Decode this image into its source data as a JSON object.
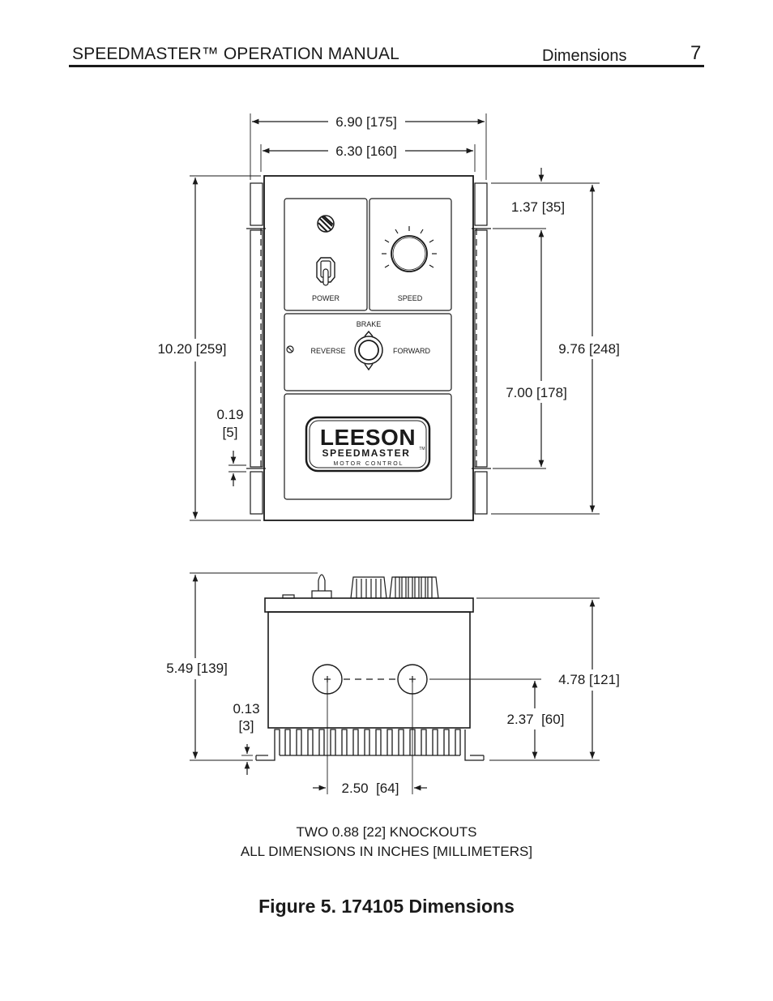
{
  "header": {
    "manual_title": "SPEEDMASTER™ OPERATION MANUAL",
    "section": "Dimensions",
    "page_number": "7"
  },
  "front_view": {
    "dim_overall_width": "6.90 [175]",
    "dim_body_width": "6.30 [160]",
    "dim_overall_height": "10.20 [259]",
    "dim_mount_height": "9.76 [248]",
    "dim_top_offset": "1.37 [35]",
    "dim_slot_spacing": "7.00 [178]",
    "dim_slot_width_value": "0.19",
    "dim_slot_width_mm": "[5]",
    "label_power": "POWER",
    "label_speed": "SPEED",
    "label_brake": "BRAKE",
    "label_reverse": "REVERSE",
    "label_forward": "FORWARD",
    "logo_brand": "LEESON",
    "logo_product": "SPEEDMASTER",
    "logo_tm": "TM",
    "logo_tagline": "M O T O R   C O N T R O L"
  },
  "side_view": {
    "dim_overall_height": "5.49 [139]",
    "dim_body_height": "4.78 [121]",
    "dim_knockout_height": "2.37  [60]",
    "dim_base_thickness_value": "0.13",
    "dim_base_thickness_mm": "[3]",
    "dim_knockout_spacing": "2.50  [64]"
  },
  "notes": {
    "line1": "TWO 0.88 [22] KNOCKOUTS",
    "line2": "ALL DIMENSIONS IN INCHES [MILLIMETERS]"
  },
  "figure_caption": "Figure 5.  174105 Dimensions"
}
